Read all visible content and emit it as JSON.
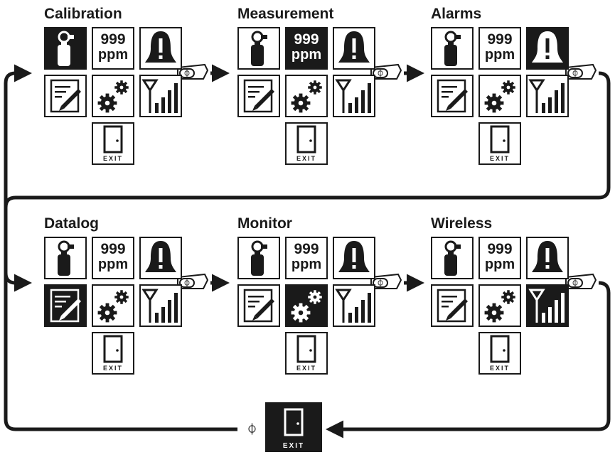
{
  "screens": [
    {
      "title": "Calibration",
      "selected": "calibration"
    },
    {
      "title": "Measurement",
      "selected": "measurement"
    },
    {
      "title": "Alarms",
      "selected": "alarms"
    },
    {
      "title": "Datalog",
      "selected": "datalog"
    },
    {
      "title": "Monitor",
      "selected": "monitor"
    },
    {
      "title": "Wireless",
      "selected": "wireless"
    }
  ],
  "tile_labels": {
    "ppm_number": "999",
    "ppm_unit": "ppm",
    "exit": "EXIT"
  },
  "icons": {
    "calibration": "gas-cylinder-icon",
    "measurement": "ppm-readout-icon",
    "alarms": "bell-alarm-icon",
    "datalog": "notepad-pen-icon",
    "monitor": "gears-icon",
    "wireless": "antenna-signal-icon",
    "exit": "exit-door-icon"
  },
  "colors": {
    "ink": "#1a1a1a",
    "background": "#ffffff"
  }
}
